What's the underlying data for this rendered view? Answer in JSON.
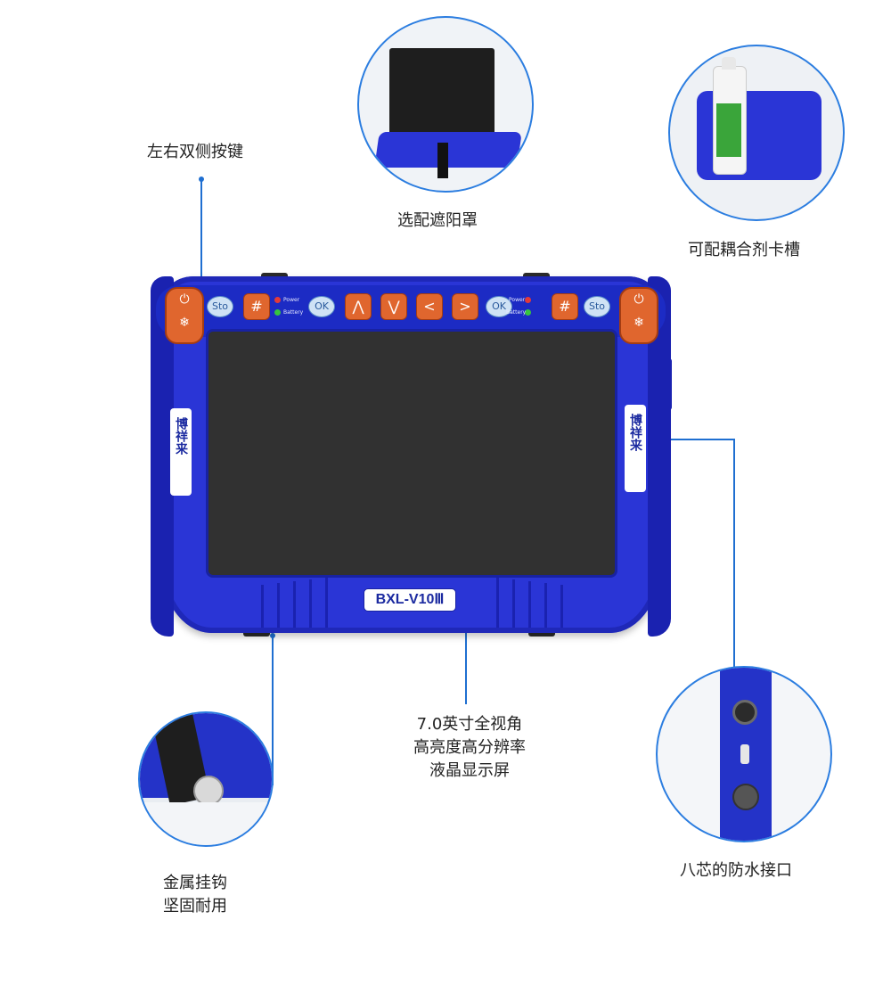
{
  "callouts": {
    "side_buttons": "左右双侧按键",
    "sunshade": "选配遮阳罩",
    "couplant_slot": "可配耦合剂卡槽",
    "screen_line1": "7.0英寸全视角",
    "screen_line2": "高亮度高分辨率",
    "screen_line3": "液晶显示屏",
    "connector": "八芯的防水接口",
    "hook_line1": "金属挂钩",
    "hook_line2": "坚固耐用"
  },
  "device": {
    "model": "BXL-V10Ⅲ",
    "brand": "博祥来",
    "sto_label": "Sto",
    "ok_label": "OK",
    "power_label": "Power",
    "battery_label": "Battery",
    "grid_icon": "grid-icon",
    "up_icon": "arrow-up-icon",
    "down_icon": "arrow-down-icon",
    "left_icon": "arrow-left-icon",
    "right_icon": "arrow-right-icon",
    "power_icon": "power-icon",
    "freeze_icon": "snowflake-icon"
  },
  "colors": {
    "body": "#2a35d6",
    "buttons": "#e0662e",
    "screen": "#313131",
    "callout_line": "#1f6fd1"
  }
}
